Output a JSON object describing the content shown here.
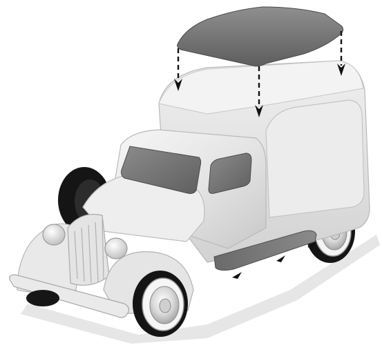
{
  "diagram": {
    "subject": "vintage-panel-delivery-van",
    "view": "exploded-three-quarter-front",
    "parts": [
      {
        "name": "roof-panel",
        "color": "#717171"
      },
      {
        "name": "running-board-panel",
        "color": "#707070"
      },
      {
        "name": "body",
        "color": "#e6e6e6"
      },
      {
        "name": "windshield",
        "color": "#7b7b7b"
      },
      {
        "name": "side-window",
        "color": "#7b7b7b"
      },
      {
        "name": "tires",
        "color": "#141414"
      },
      {
        "name": "whitewall",
        "color": "#f6f6f6"
      },
      {
        "name": "shadow",
        "color": "#d9d9d9"
      }
    ],
    "arrow_style": "dashed",
    "arrow_color": "#111111",
    "icons": [
      "down-arrow-icon",
      "placement-marker-icon"
    ]
  }
}
